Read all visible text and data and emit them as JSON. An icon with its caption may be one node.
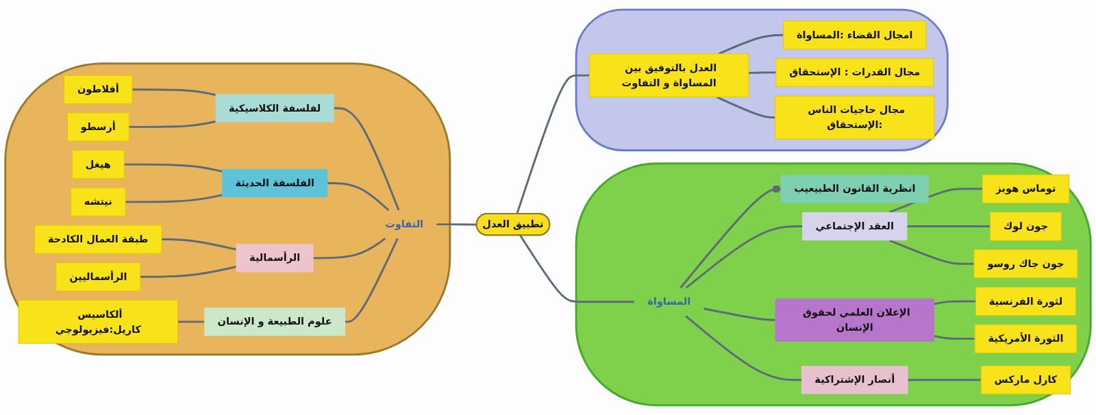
{
  "diagram": {
    "nodes": [
      {
        "text": [
          "تطبيق العدل"
        ]
      },
      {
        "text": [],
        "shape": "cloud"
      },
      {
        "text": [
          "المساواة"
        ],
        "in": 1
      },
      {
        "text": [
          "انظرية القانون الطبيعيب"
        ],
        "in": 1
      },
      {
        "text": [
          "العقد الإجتماعي"
        ],
        "in": 1
      },
      {
        "text": [
          "توماس هوبز"
        ],
        "in": 1
      },
      {
        "text": [
          "جون لوك"
        ],
        "in": 1
      },
      {
        "text": [
          "جون جاك روسو"
        ],
        "in": 1
      },
      {
        "text": [
          "الإعلان العلمي لحقوق الإنسان"
        ],
        "in": 1
      },
      {
        "text": [
          "لثورة الفرنسية"
        ],
        "in": 1
      },
      {
        "text": [
          "الثورة الأمريكية"
        ],
        "in": 1
      },
      {
        "text": [
          "أنصار الإشتراكية"
        ],
        "in": 1
      },
      {
        "text": [
          "كارل ماركس"
        ],
        "in": 1
      },
      {
        "text": [],
        "shape": "cloud"
      },
      {
        "text": [
          "العدل بالتوفيق بين المساواة و التفاوت"
        ],
        "in": 13
      },
      {
        "text": [
          "امجال القضاء :المساواة"
        ],
        "in": 13
      },
      {
        "text": [
          "مجال القدرات : الإستحقاق"
        ],
        "in": 13
      },
      {
        "text": [
          "مجال حاجيات الناس :الإستحقاق"
        ],
        "in": 13
      },
      {
        "text": [],
        "shape": "cloud"
      },
      {
        "text": [
          "التفاوت"
        ],
        "in": 18
      },
      {
        "text": [
          "لفلسفة الكلاسيكية"
        ],
        "in": 18
      },
      {
        "text": [
          "أفلاطون"
        ],
        "in": 18
      },
      {
        "text": [
          "أرسطو"
        ],
        "in": 18
      },
      {
        "text": [
          "الفلسفة الحديثة"
        ],
        "in": 18
      },
      {
        "text": [
          "هيغل"
        ],
        "in": 18
      },
      {
        "text": [
          "نيتشه"
        ],
        "in": 18
      },
      {
        "text": [
          "الرأسمالية"
        ],
        "in": 18
      },
      {
        "text": [
          "طبقة العمال الكادحة"
        ],
        "in": 18
      },
      {
        "text": [
          "الرأسماليين"
        ],
        "in": 18
      },
      {
        "text": [
          "علوم الطبيعة و الإنسان"
        ],
        "in": 18
      },
      {
        "text": [
          "ألكاسيس كاريل:فيزيولوجي"
        ],
        "in": 18
      }
    ],
    "edges": [
      {
        "from": 0,
        "to": 2,
        "arrow": "none"
      },
      {
        "from": 2,
        "to": 3,
        "arrow": "other"
      },
      {
        "from": 2,
        "to": 4,
        "arrow": "none"
      },
      {
        "from": 4,
        "to": 5,
        "arrow": "none"
      },
      {
        "from": 4,
        "to": 6,
        "arrow": "none"
      },
      {
        "from": 4,
        "to": 7,
        "arrow": "none"
      },
      {
        "from": 2,
        "to": 8,
        "arrow": "none"
      },
      {
        "from": 8,
        "to": 9,
        "arrow": "none"
      },
      {
        "from": 8,
        "to": 10,
        "arrow": "none"
      },
      {
        "from": 2,
        "to": 11,
        "arrow": "none"
      },
      {
        "from": 11,
        "to": 12,
        "arrow": "none"
      },
      {
        "from": 0,
        "to": 14,
        "arrow": "none"
      },
      {
        "from": 14,
        "to": 15,
        "arrow": "none"
      },
      {
        "from": 14,
        "to": 16,
        "arrow": "none"
      },
      {
        "from": 14,
        "to": 17,
        "arrow": "none"
      },
      {
        "from": 19,
        "to": 0,
        "arrow": "none"
      },
      {
        "from": 20,
        "to": 19,
        "arrow": "none"
      },
      {
        "from": 21,
        "to": 20,
        "arrow": "none"
      },
      {
        "from": 22,
        "to": 20,
        "arrow": "none"
      },
      {
        "from": 23,
        "to": 19,
        "arrow": "none"
      },
      {
        "from": 24,
        "to": 23,
        "arrow": "none"
      },
      {
        "from": 25,
        "to": 23,
        "arrow": "none"
      },
      {
        "from": 26,
        "to": 19,
        "arrow": "none"
      },
      {
        "from": 27,
        "to": 26,
        "arrow": "none"
      },
      {
        "from": 28,
        "to": 26,
        "arrow": "none"
      },
      {
        "from": 29,
        "to": 19,
        "arrow": "none"
      },
      {
        "from": 30,
        "to": 29,
        "arrow": "none"
      }
    ]
  }
}
